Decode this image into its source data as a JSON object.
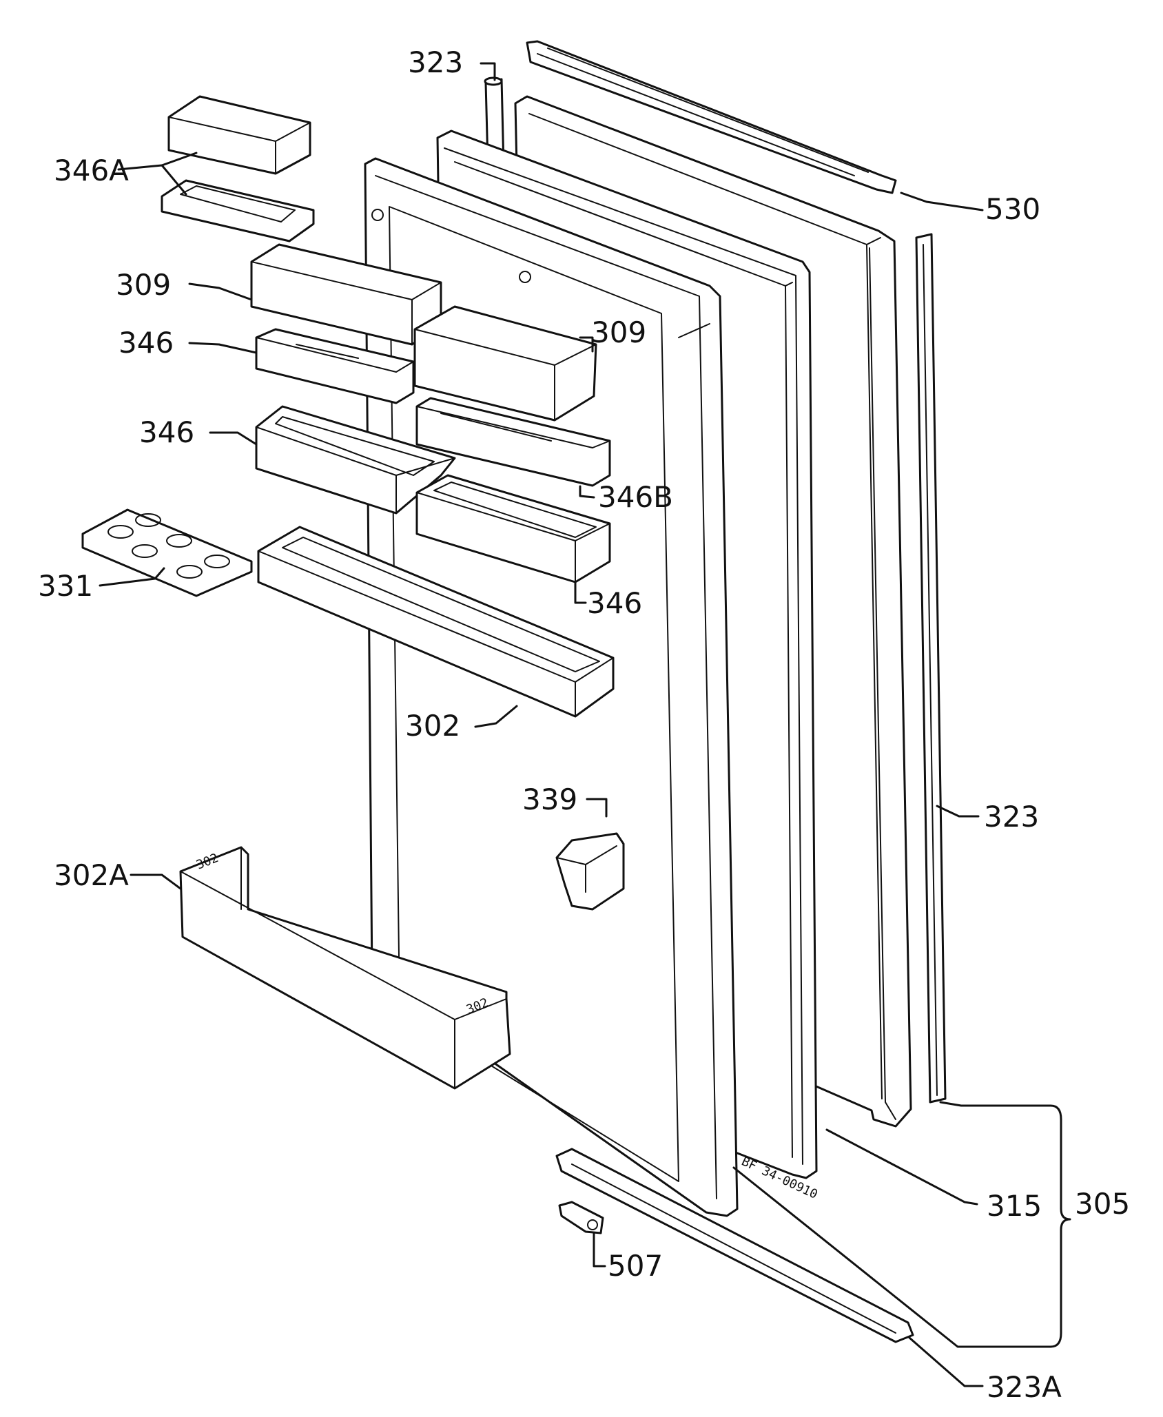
{
  "labels": {
    "l323_top": "323",
    "l346A": "346A",
    "l530": "530",
    "l309_left": "309",
    "l309_right": "309",
    "l346_upper": "346",
    "l346_mid": "346",
    "l346B": "346B",
    "l331": "331",
    "l346_lower": "346",
    "l302": "302",
    "l339": "339",
    "l323_right": "323",
    "l302A": "302A",
    "l315": "315",
    "l305": "305",
    "l507": "507",
    "l323A": "323A"
  },
  "stamp": "BF 34-00910"
}
